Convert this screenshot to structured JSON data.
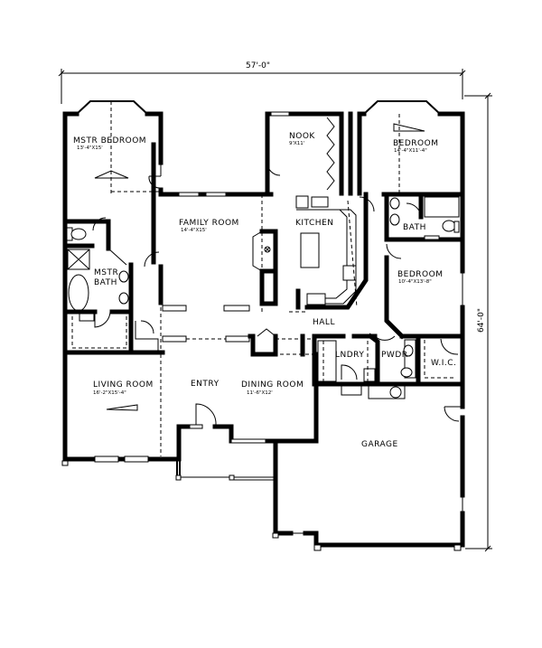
{
  "plan": {
    "overall_width": "57'-0\"",
    "overall_depth": "64'-0\"",
    "rooms": {
      "master_bedroom": {
        "name": "MSTR BEDROOM",
        "size": "13'-4\"X15'"
      },
      "nook": {
        "name": "NOOK",
        "size": "9'X11'"
      },
      "bedroom_1": {
        "name": "BEDROOM",
        "size": "14'-4\"X11'-4\""
      },
      "family_room": {
        "name": "FAMILY ROOM",
        "size": "14'-4\"X15'"
      },
      "kitchen": {
        "name": "KITCHEN"
      },
      "bath": {
        "name": "BATH"
      },
      "master_bath": {
        "name_line1": "MSTR",
        "name_line2": "BATH"
      },
      "bedroom_2": {
        "name": "BEDROOM",
        "size": "10'-4\"X13'-8\""
      },
      "hall": {
        "name": "HALL"
      },
      "laundry": {
        "name": "LNDRY"
      },
      "powder": {
        "name": "PWDR"
      },
      "walk_in_closet": {
        "name": "W.I.C."
      },
      "living_room": {
        "name": "LIVING ROOM",
        "size": "16'-2\"X15'-4\""
      },
      "entry": {
        "name": "ENTRY"
      },
      "dining_room": {
        "name": "DINING ROOM",
        "size": "11'-6\"X12'"
      },
      "garage": {
        "name": "GARAGE"
      }
    },
    "colors": {
      "line": "#000000",
      "background": "#ffffff"
    }
  }
}
